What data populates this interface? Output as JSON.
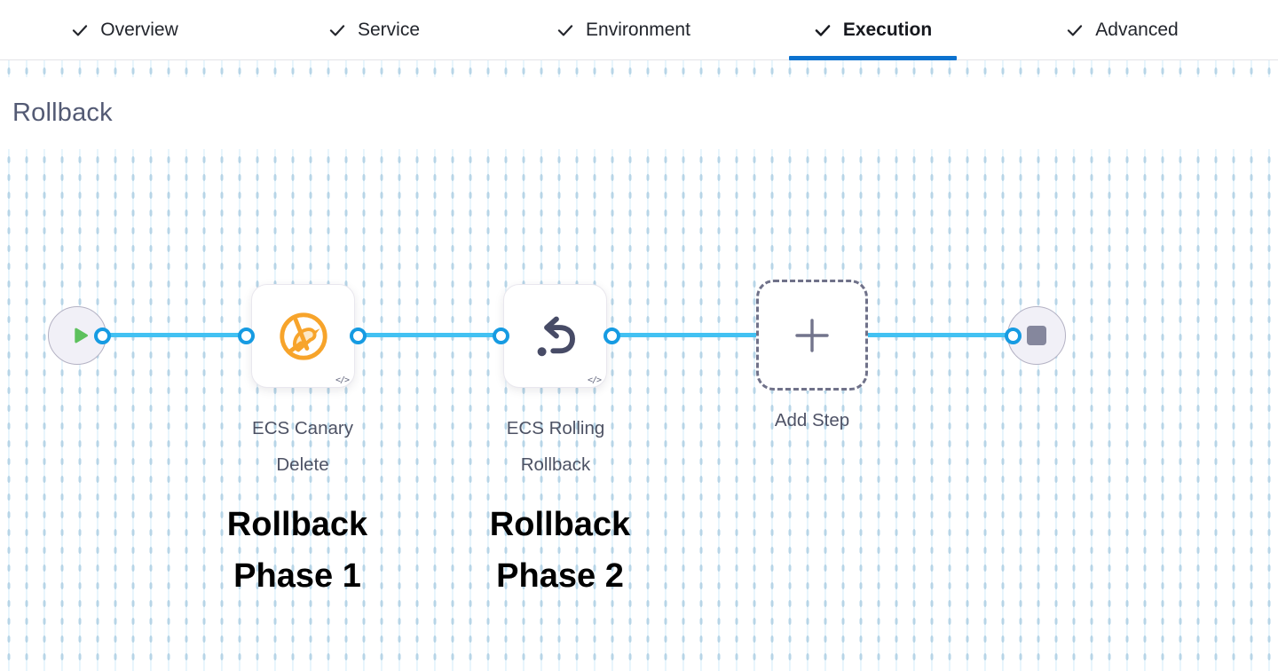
{
  "tabs": [
    {
      "label": "Overview",
      "checked": true,
      "active": false
    },
    {
      "label": "Service",
      "checked": true,
      "active": false
    },
    {
      "label": "Environment",
      "checked": true,
      "active": false
    },
    {
      "label": "Execution",
      "checked": true,
      "active": true
    },
    {
      "label": "Advanced",
      "checked": true,
      "active": false
    }
  ],
  "canvas": {
    "heading": "Rollback",
    "steps": [
      {
        "name_line1": "ECS Canary",
        "name_line2": "Delete",
        "icon": "canary-delete-icon",
        "code_badge": "</>",
        "annotation_line1": "Rollback",
        "annotation_line2": "Phase 1"
      },
      {
        "name_line1": "ECS Rolling",
        "name_line2": "Rollback",
        "icon": "rollback-arrow-icon",
        "code_badge": "</>",
        "annotation_line1": "Rollback",
        "annotation_line2": "Phase 2"
      }
    ],
    "add_step": {
      "label": "Add Step",
      "icon": "plus-icon"
    },
    "start_node_icon": "play-icon",
    "end_node_icon": "stop-icon"
  },
  "colors": {
    "active_tab_underline": "#0b72cf",
    "connector_line": "#42c1f2",
    "port_ring": "#169be2",
    "canary_orange": "#f7a42b",
    "rollback_icon_slate": "#474b66",
    "play_green": "#5dc15d",
    "stop_gray": "#85879d",
    "heading_text": "#535a74",
    "label_text": "#4d5264",
    "annotation_text": "#000000"
  }
}
